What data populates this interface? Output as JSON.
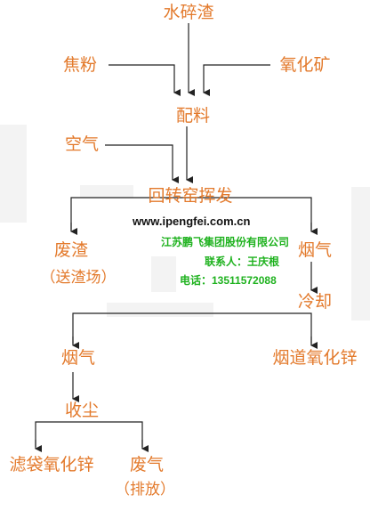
{
  "colors": {
    "node_text": "#e37a2c",
    "line": "#222222",
    "contact": "#1fb21f",
    "url": "#111111",
    "watermark": "#f3f3f3"
  },
  "nodes": {
    "water_slag": "水碎渣",
    "coke_powder": "焦粉",
    "zinc_oxide_ore": "氧化矿",
    "batching": "配料",
    "air": "空气",
    "rotary_kiln": "回转窑挥发",
    "waste_slag": "废渣",
    "waste_slag_note": "（送渣场）",
    "flue_gas_1": "烟气",
    "cooling": "冷却",
    "flue_gas_2": "烟气",
    "flue_zinc_oxide": "烟道氧化锌",
    "dust_collection": "收尘",
    "bag_zinc_oxide": "滤袋氧化锌",
    "exhaust_gas": "废气",
    "exhaust_gas_note": "（排放）"
  },
  "contact": {
    "url": "www.ipengfei.com.cn",
    "company": "江苏鹏飞集团股份有限公司",
    "person": "联系人：王庆根",
    "phone": "电话：13511572088"
  }
}
